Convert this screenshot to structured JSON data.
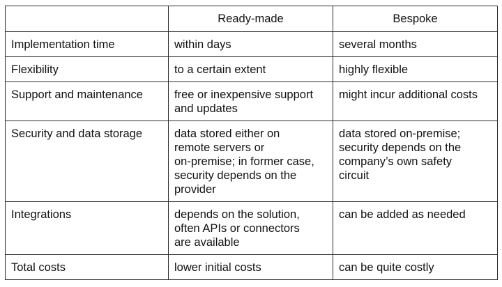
{
  "table": {
    "headers": [
      "",
      "Ready-made",
      "Bespoke"
    ],
    "rows": [
      {
        "label": "Implementation time",
        "ready_made": "within days",
        "bespoke": "several months"
      },
      {
        "label": "Flexibility",
        "ready_made": "to a certain extent",
        "bespoke": "highly flexible"
      },
      {
        "label": "Support and maintenance",
        "ready_made": "free or inexpensive support\nand updates",
        "bespoke": "might incur additional costs"
      },
      {
        "label": "Security and data storage",
        "ready_made": "data stored either on\nremote servers or\non-premise; in former case,\nsecurity depends on the\nprovider",
        "bespoke": "data stored on-premise;\nsecurity depends on the\ncompany’s own safety\ncircuit"
      },
      {
        "label": "Integrations",
        "ready_made": "depends on the solution,\noften APIs or connectors\nare available",
        "bespoke": "can be added as needed"
      },
      {
        "label": "Total costs",
        "ready_made": "lower initial costs",
        "bespoke": "can be quite costly"
      }
    ]
  }
}
